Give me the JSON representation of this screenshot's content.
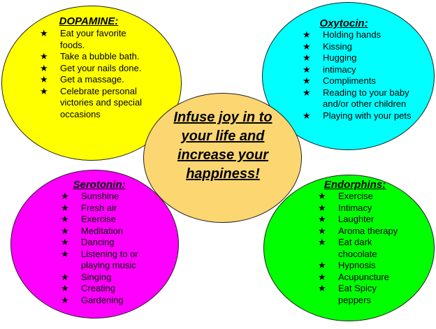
{
  "center": {
    "text": "Infuse joy in to your life and increase your happiness!",
    "color": "#fcd671"
  },
  "dopamine": {
    "title": "DOPAMINE:",
    "color": "#ffff00",
    "items": [
      "Eat your favorite foods.",
      "Take a bubble bath.",
      "Get your nails done.",
      "Get a massage.",
      "Celebrate personal victories and special occasions"
    ]
  },
  "oxytocin": {
    "title": "Oxytocin:",
    "color": "#00ffff",
    "items": [
      "Holding hands",
      "Kissing",
      "Hugging",
      "intimacy",
      "Compliments",
      "Reading to your baby and/or other children",
      "Playing with your pets"
    ]
  },
  "serotonin": {
    "title": "Serotonin:",
    "color": "#ff00ff",
    "items": [
      "Sunshine",
      "Fresh air",
      "Exercise",
      "Meditation",
      "Dancing",
      "Listening to or playing music",
      "Singing",
      "Creating",
      "Gardening"
    ]
  },
  "endorphins": {
    "title": "Endorphins:",
    "color": "#00ff00",
    "items": [
      "Exercise",
      "Intimacy",
      "Laughter",
      "Aroma therapy",
      "Eat dark chocolate",
      "Hypnosis",
      "Acupuncture",
      "Eat Spicy peppers"
    ]
  },
  "bullet": "★"
}
